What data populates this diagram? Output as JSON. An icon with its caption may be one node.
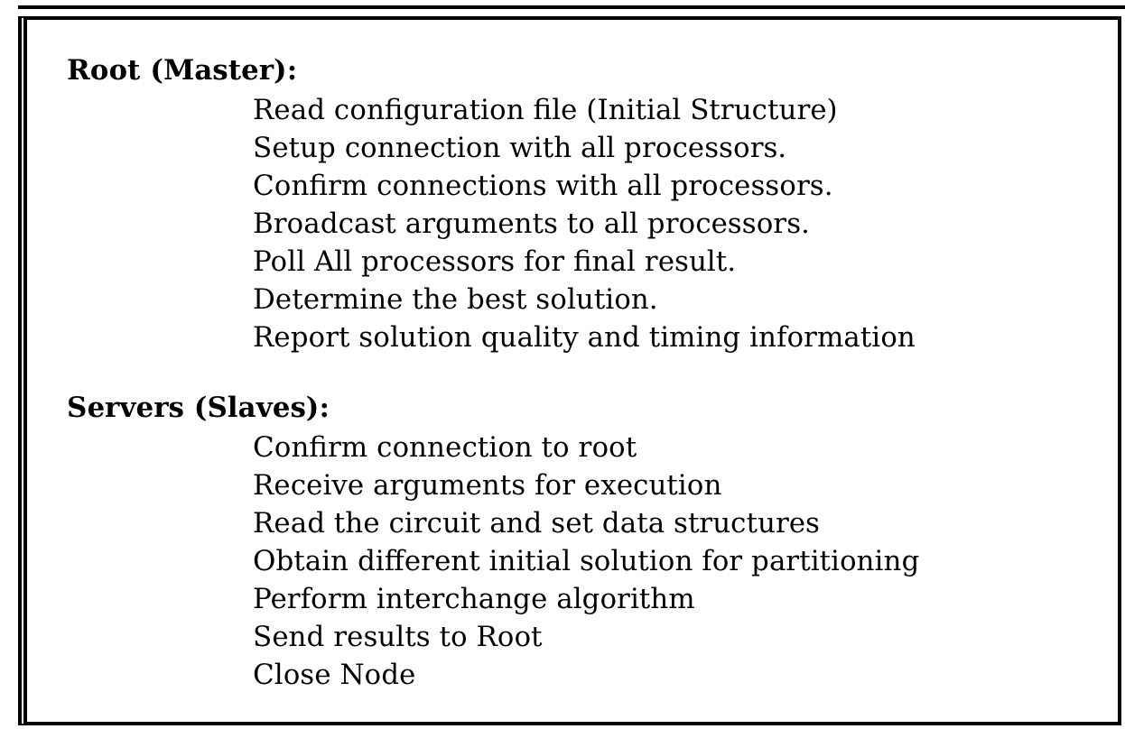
{
  "diagram": {
    "nodes": [
      {
        "text": [
          "Root (Master):",
          "Read configuration file (Initial Structure)",
          "Setup connection with all processors.",
          "Confirm connections with all processors.",
          "Broadcast arguments to all processors.",
          "Poll All processors for final result.",
          "Determine the best solution.",
          "Report solution quality and timing information",
          "Servers (Slaves):",
          "Confirm connection to root",
          "Receive arguments for execution",
          "Read the circuit and set data structures",
          "Obtain different initial solution for partitioning",
          "Perform interchange algorithm",
          "Send results to Root",
          "Close Node"
        ]
      }
    ]
  }
}
